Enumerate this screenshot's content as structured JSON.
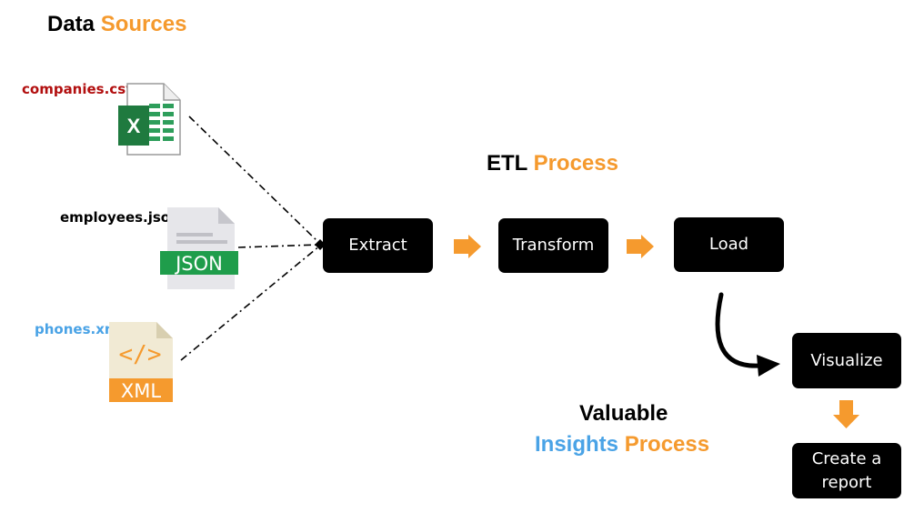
{
  "data_sources_heading": {
    "word1": "Data",
    "word2": "Sources"
  },
  "etl_heading": {
    "word1": "ETL",
    "word2": "Process"
  },
  "insights_heading": {
    "line1": "Valuable",
    "word2": "Insights",
    "word3": "Process"
  },
  "files": {
    "csv": {
      "label": "companies.csv",
      "icon": "excel-file-icon",
      "icon_text": "X",
      "color": "#b20f0f"
    },
    "json": {
      "label": "employees.json",
      "icon": "json-file-icon",
      "icon_text": "JSON",
      "color": "#000000"
    },
    "xml": {
      "label": "phones.xml",
      "icon": "xml-file-icon",
      "icon_text": "XML",
      "code_glyph": "</>",
      "color": "#4aa3e6"
    }
  },
  "steps": {
    "extract": "Extract",
    "transform": "Transform",
    "load": "Load",
    "visualize": "Visualize",
    "report_line1": "Create a",
    "report_line2": "report"
  },
  "colors": {
    "accent_orange": "#f59a2e",
    "accent_blue": "#4aa3e6",
    "csv_red": "#b20f0f",
    "excel_green": "#1f7a3f",
    "json_green": "#1f9d4b",
    "box_black": "#000000"
  }
}
